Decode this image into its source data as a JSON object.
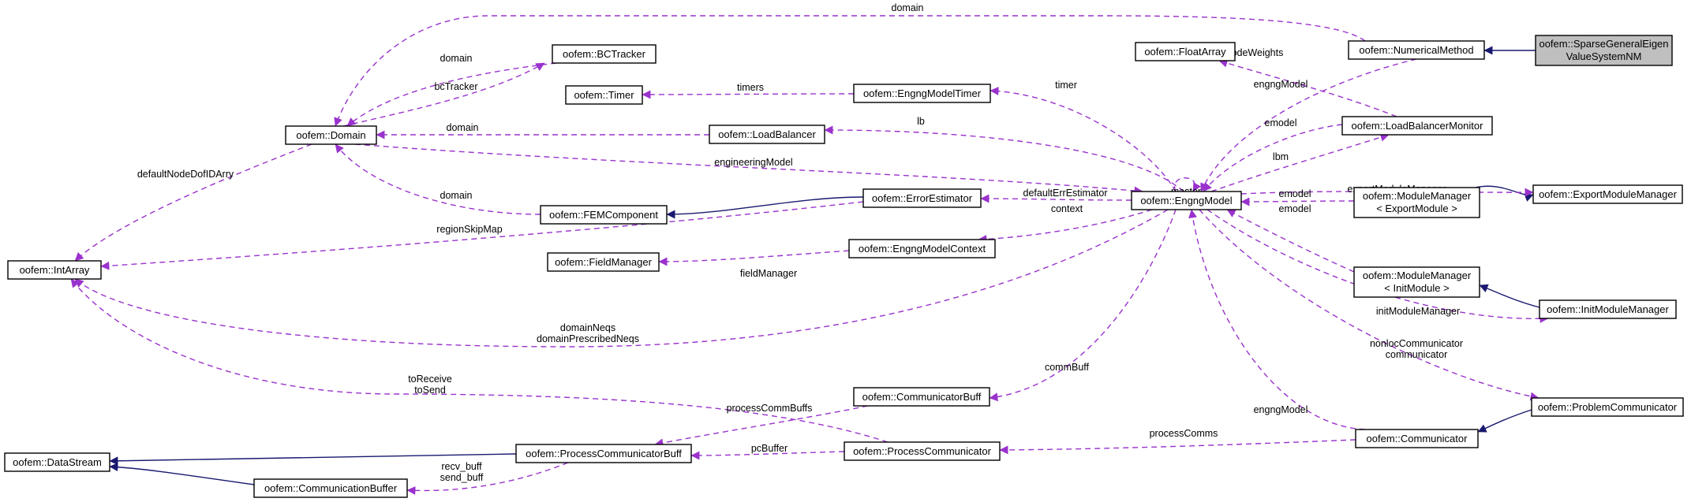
{
  "nodes": {
    "sparse": {
      "lines": [
        "oofem::SparseGeneralEigen",
        "ValueSystemNM"
      ],
      "focus": true
    },
    "numerical_method": {
      "lines": [
        "oofem::NumericalMethod"
      ]
    },
    "float_array": {
      "lines": [
        "oofem::FloatArray"
      ]
    },
    "bc_tracker": {
      "lines": [
        "oofem::BCTracker"
      ]
    },
    "timer": {
      "lines": [
        "oofem::Timer"
      ]
    },
    "engng_model_timer": {
      "lines": [
        "oofem::EngngModelTimer"
      ]
    },
    "domain": {
      "lines": [
        "oofem::Domain"
      ]
    },
    "load_balancer": {
      "lines": [
        "oofem::LoadBalancer"
      ]
    },
    "load_balancer_monitor": {
      "lines": [
        "oofem::LoadBalancerMonitor"
      ]
    },
    "fem_component": {
      "lines": [
        "oofem::FEMComponent"
      ]
    },
    "error_estimator": {
      "lines": [
        "oofem::ErrorEstimator"
      ]
    },
    "engng_model": {
      "lines": [
        "oofem::EngngModel"
      ]
    },
    "export_module_manager": {
      "lines": [
        "oofem::ExportModuleManager"
      ]
    },
    "module_manager_export": {
      "lines": [
        "oofem::ModuleManager",
        "< ExportModule >"
      ]
    },
    "int_array": {
      "lines": [
        "oofem::IntArray"
      ]
    },
    "field_manager": {
      "lines": [
        "oofem::FieldManager"
      ]
    },
    "engng_model_context": {
      "lines": [
        "oofem::EngngModelContext"
      ]
    },
    "module_manager_init": {
      "lines": [
        "oofem::ModuleManager",
        "< InitModule >"
      ]
    },
    "init_module_manager": {
      "lines": [
        "oofem::InitModuleManager"
      ]
    },
    "communicator_buff": {
      "lines": [
        "oofem::CommunicatorBuff"
      ]
    },
    "problem_communicator": {
      "lines": [
        "oofem::ProblemCommunicator"
      ]
    },
    "data_stream": {
      "lines": [
        "oofem::DataStream"
      ]
    },
    "process_communicator_buff": {
      "lines": [
        "oofem::ProcessCommunicatorBuff"
      ]
    },
    "process_communicator": {
      "lines": [
        "oofem::ProcessCommunicator"
      ]
    },
    "communicator": {
      "lines": [
        "oofem::Communicator"
      ]
    },
    "communication_buffer": {
      "lines": [
        "oofem::CommunicationBuffer"
      ]
    }
  },
  "edge_labels": {
    "nm_domain": [
      "domain"
    ],
    "bct_domain": [
      "domain"
    ],
    "domain_bct": [
      "bcTracker"
    ],
    "lbm_floatarray": [
      "nodeWeights"
    ],
    "nm_engng": [
      "engngModel"
    ],
    "emt_timer": [
      "timers"
    ],
    "em_emt": [
      "timer"
    ],
    "lb_domain": [
      "domain"
    ],
    "em_lb": [
      "lb"
    ],
    "lbm_em": [
      "emodel"
    ],
    "em_lbm": [
      "lbm"
    ],
    "domain_em": [
      "engineeringModel"
    ],
    "em_master": [
      "master"
    ],
    "domain_intarray": [
      "defaultNodeDofIDArry"
    ],
    "fem_domain": [
      "domain"
    ],
    "em_errest": [
      "defaultErrEstimator"
    ],
    "em_emm": [
      "exportModuleManager"
    ],
    "mmexp_em": [
      "emodel"
    ],
    "mminit_em": [
      "emodel"
    ],
    "errest_intarray": [
      "regionSkipMap"
    ],
    "em_ctx": [
      "context"
    ],
    "ctx_fm": [
      "fieldManager"
    ],
    "em_imm": [
      "initModuleManager"
    ],
    "em_intarray": [
      "domainNeqs",
      "domainPrescribedNeqs"
    ],
    "em_commbuff": [
      "commBuff"
    ],
    "em_pc": [
      "nonlocCommunicator",
      "communicator"
    ],
    "pcomm_intarray": [
      "toReceive",
      "toSend"
    ],
    "cb_pcb": [
      "processCommBuffs"
    ],
    "comm_em": [
      "engngModel"
    ],
    "comm_pcomm": [
      "processComms"
    ],
    "pcomm_pcb": [
      "pcBuffer"
    ],
    "pcb_cbuf": [
      "recv_buff",
      "send_buff"
    ]
  },
  "colors": {
    "inheritance_edge": "#191970",
    "usage_edge": "#9a32cd",
    "focus_fill": "#bfbfbf",
    "node_fill": "#ffffff"
  }
}
